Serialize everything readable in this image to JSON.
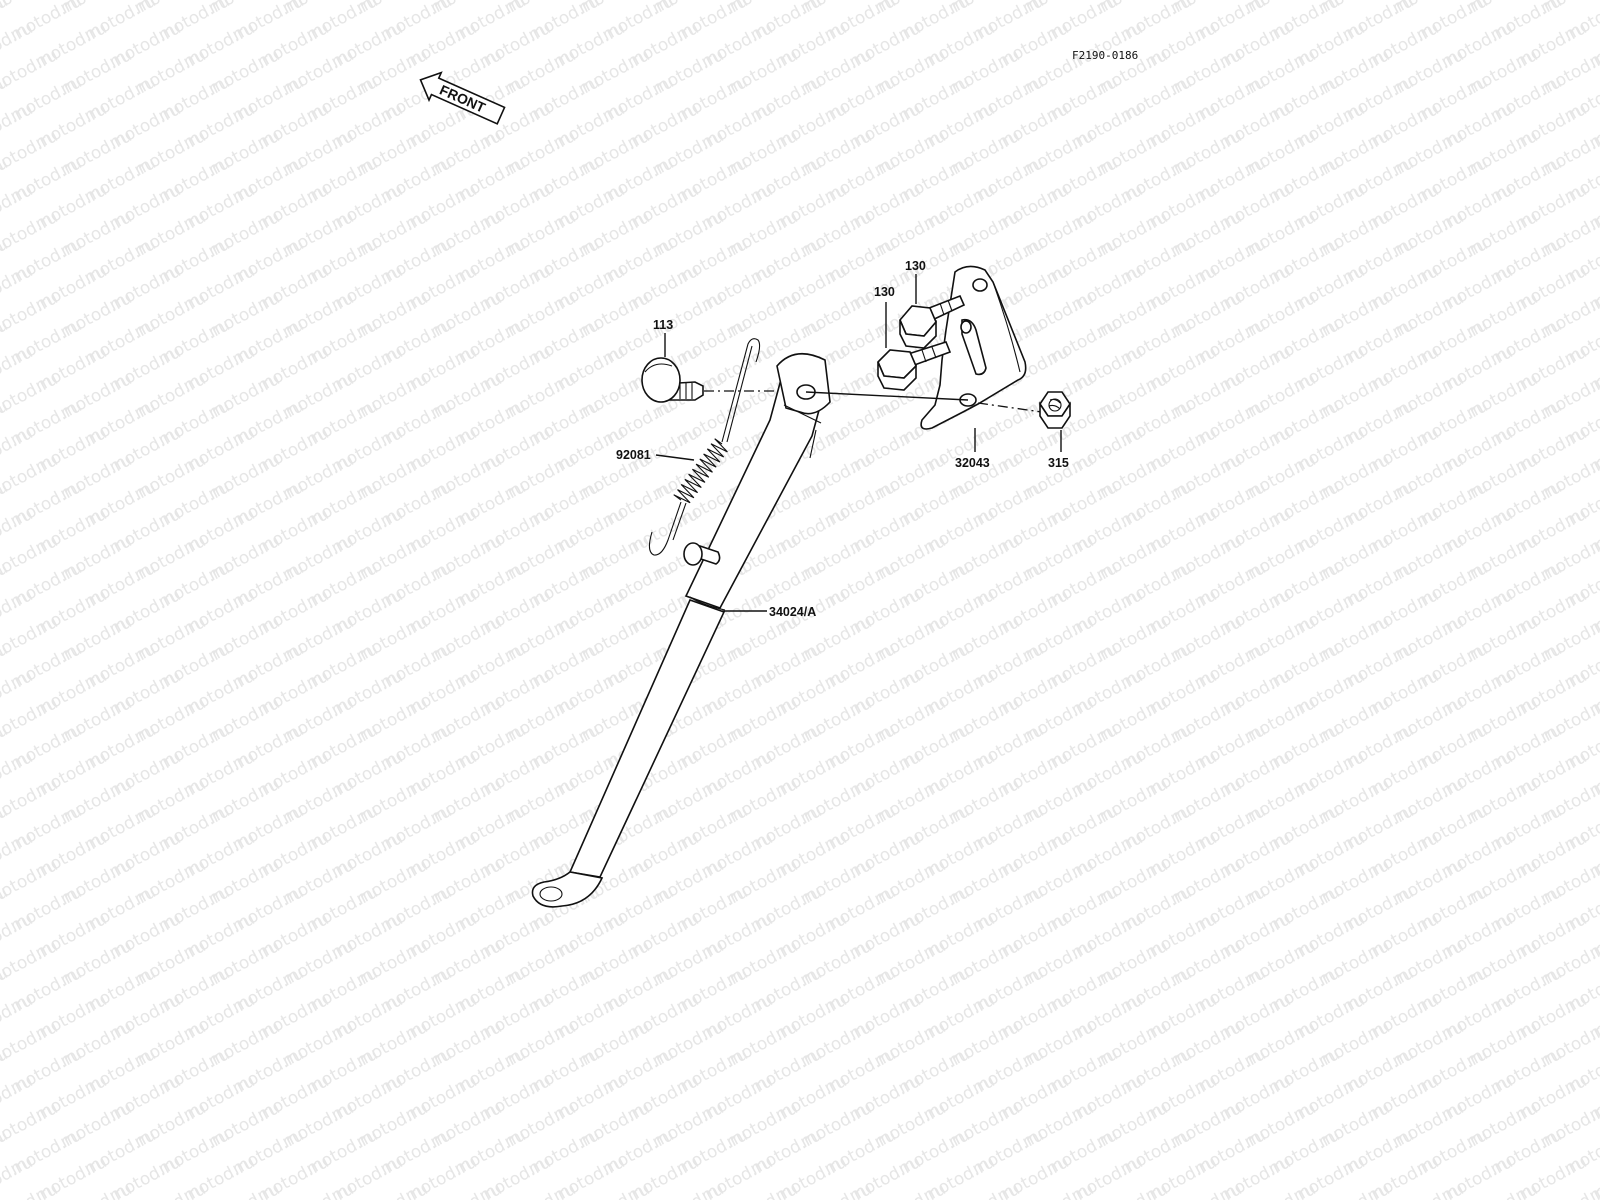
{
  "watermark": "motod.ru",
  "diagram_code": "F2190-0186",
  "front_label": "FRONT",
  "parts": [
    {
      "id": "part-113",
      "number": "113"
    },
    {
      "id": "part-92081",
      "number": "92081"
    },
    {
      "id": "part-130a",
      "number": "130"
    },
    {
      "id": "part-130b",
      "number": "130"
    },
    {
      "id": "part-32043",
      "number": "32043"
    },
    {
      "id": "part-315",
      "number": "315"
    },
    {
      "id": "part-34024",
      "number": "34024/A"
    }
  ]
}
